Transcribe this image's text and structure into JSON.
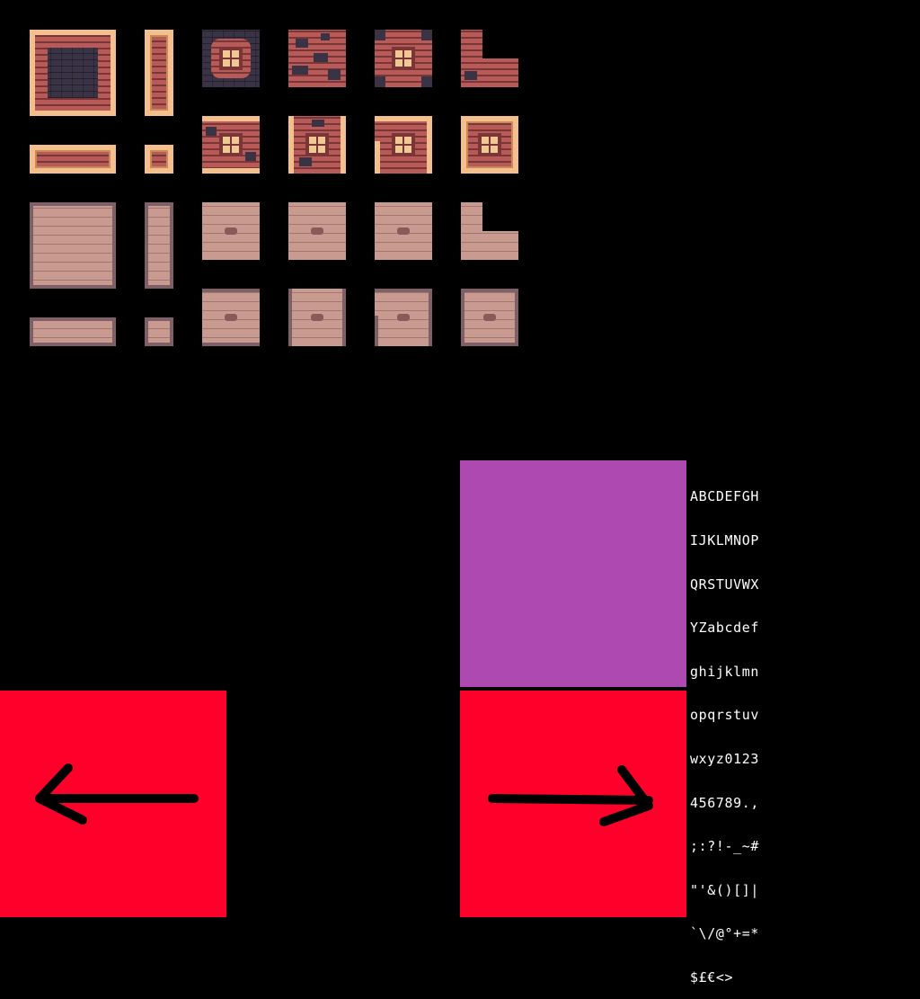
{
  "sheet": {
    "background": "#000000",
    "tile_colors": {
      "frame_light": "#f4bf8a",
      "brick_red": "#a54a4a",
      "dark_fill": "#3a3346",
      "pink_brick": "#c99a8f",
      "pink_frame": "#7f6068"
    }
  },
  "panels": {
    "purple_color": "#ad49b1",
    "red_color": "#ff002b",
    "left_arrow_icon": "arrow-left-icon",
    "right_arrow_icon": "arrow-right-icon"
  },
  "charset": {
    "rows": [
      "ABCDEFGH",
      "IJKLMNOP",
      "QRSTUVWX",
      "YZabcdef",
      "ghijklmn",
      "opqrstuv",
      "wxyz0123",
      "456789.,",
      ";:?!-_~#",
      "\"'&()[]|",
      "`\\/@°+=*",
      "$£€<>"
    ]
  }
}
